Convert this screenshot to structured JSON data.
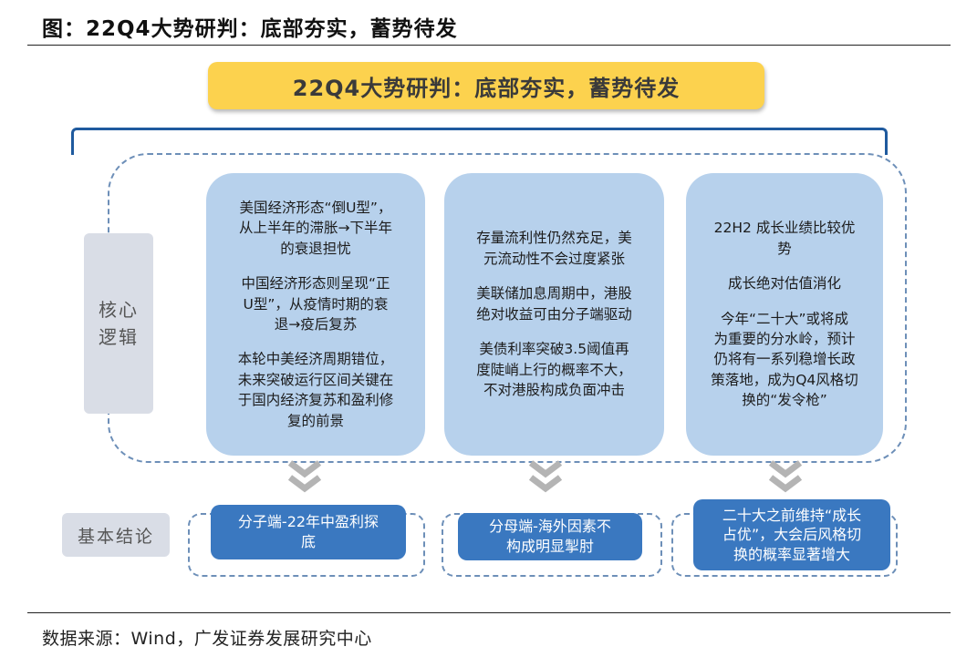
{
  "figure_title": "图：22Q4大势研判：底部夯实，蓄势待发",
  "banner": "22Q4大势研判：底部夯实，蓄势待发",
  "labels": {
    "core_logic": "核心逻辑",
    "basic_conclusion": "基本结论"
  },
  "cards": [
    {
      "paragraphs": [
        "美国经济形态“倒U型”，\n从上半年的滞胀→下半年\n的衰退担忧",
        "中国经济形态则呈现“正\nU型”，从疫情时期的衰\n退→疫后复苏",
        "本轮中美经济周期错位，\n未来突破运行区间关键在\n于国内经济复苏和盈利修\n复的前景"
      ]
    },
    {
      "paragraphs": [
        "存量流利性仍然充足，美\n元流动性不会过度紧张",
        "美联储加息周期中，港股\n绝对收益可由分子端驱动",
        "美债利率突破3.5阈值再\n度陡峭上行的概率不大，\n不对港股构成负面冲击"
      ]
    },
    {
      "paragraphs": [
        "22H2 成长业绩比较优\n势",
        "成长绝对估值消化",
        "今年“二十大”或将成\n为重要的分水岭，预计\n仍将有一系列稳增长政\n策落地，成为Q4风格切\n换的“发令枪”"
      ]
    }
  ],
  "conclusions": [
    "分子端-22年中盈利探\n底",
    "分母端-海外因素不\n构成明显掣肘",
    "二十大之前维持“成长\n占优”，大会后风格切\n换的概率显著增大"
  ],
  "source": "数据来源：Wind，广发证券发展研究中心",
  "colors": {
    "banner": "#fcd24e",
    "card": "#b7d1ec",
    "conclusion": "#3a78c0",
    "bracket": "#1f5a9e",
    "chevron": "#b4b4b4"
  }
}
